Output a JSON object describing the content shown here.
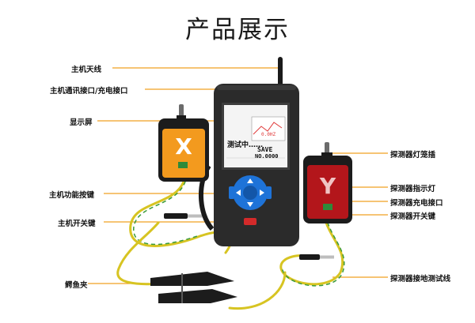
{
  "title": "产品展示",
  "callouts": {
    "host_antenna": "主机天线",
    "host_comm_port": "主机通讯接口/充电接口",
    "display": "显示屏",
    "host_function_keys": "主机功能按键",
    "host_power_switch": "主机开关键",
    "alligator_clip": "鳄鱼夹",
    "probe_lamp_plug": "探测器灯笼插",
    "probe_indicator": "探测器指示灯",
    "probe_charge_port": "探测器充电接口",
    "probe_power_switch": "探测器开关键",
    "probe_ground_lead": "探测器接地测试线"
  },
  "screen": {
    "status": "测试中……",
    "save": "SAVE",
    "record_no": "NO.0000",
    "frequency": "0.0HZ"
  },
  "colors": {
    "callout_line": "#f0a020",
    "host_body": "#2b2b2b",
    "key_blue": "#1e73d8",
    "probe_orange": "#f39a1e",
    "probe_red": "#b3161b",
    "wire_yellow_green": "#d7c422"
  }
}
